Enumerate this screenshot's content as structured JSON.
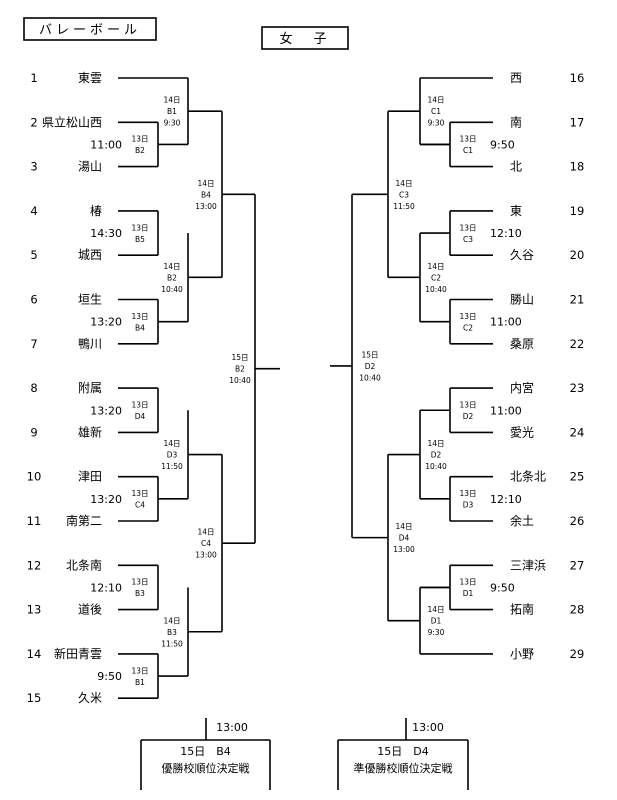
{
  "header": {
    "sport": "バレーボール",
    "division": "女　子"
  },
  "left_teams": [
    {
      "no": "1",
      "name": "東雲"
    },
    {
      "no": "2",
      "name": "県立松山西"
    },
    {
      "no": "3",
      "name": "湯山"
    },
    {
      "no": "4",
      "name": "椿"
    },
    {
      "no": "5",
      "name": "城西"
    },
    {
      "no": "6",
      "name": "垣生"
    },
    {
      "no": "7",
      "name": "鴨川"
    },
    {
      "no": "8",
      "name": "附属"
    },
    {
      "no": "9",
      "name": "雄新"
    },
    {
      "no": "10",
      "name": "津田"
    },
    {
      "no": "11",
      "name": "南第二"
    },
    {
      "no": "12",
      "name": "北条南"
    },
    {
      "no": "13",
      "name": "道後"
    },
    {
      "no": "14",
      "name": "新田青雲"
    },
    {
      "no": "15",
      "name": "久米"
    }
  ],
  "right_teams": [
    {
      "no": "16",
      "name": "西"
    },
    {
      "no": "17",
      "name": "南"
    },
    {
      "no": "18",
      "name": "北"
    },
    {
      "no": "19",
      "name": "東"
    },
    {
      "no": "20",
      "name": "久谷"
    },
    {
      "no": "21",
      "name": "勝山"
    },
    {
      "no": "22",
      "name": "桑原"
    },
    {
      "no": "23",
      "name": "内宮"
    },
    {
      "no": "24",
      "name": "愛光"
    },
    {
      "no": "25",
      "name": "北条北"
    },
    {
      "no": "26",
      "name": "余土"
    },
    {
      "no": "27",
      "name": "三津浜"
    },
    {
      "no": "28",
      "name": "拓南"
    },
    {
      "no": "29",
      "name": "小野"
    }
  ],
  "left_times": [
    "11:00",
    "14:30",
    "13:20",
    "13:20",
    "13:20",
    "12:10",
    "9:50"
  ],
  "right_times": [
    "9:50",
    "12:10",
    "11:00",
    "11:00",
    "12:10",
    "9:50"
  ],
  "left_matches": [
    {
      "day": "13日",
      "court": "B2",
      "time": ""
    },
    {
      "day": "14日",
      "court": "B1",
      "time": "9:30"
    },
    {
      "day": "13日",
      "court": "B5",
      "time": ""
    },
    {
      "day": "13日",
      "court": "B4",
      "time": ""
    },
    {
      "day": "14日",
      "court": "B2",
      "time": "10:40"
    },
    {
      "day": "14日",
      "court": "B4",
      "time": "13:00"
    },
    {
      "day": "13日",
      "court": "D4",
      "time": ""
    },
    {
      "day": "13日",
      "court": "C4",
      "time": ""
    },
    {
      "day": "14日",
      "court": "D3",
      "time": "11:50"
    },
    {
      "day": "13日",
      "court": "B3",
      "time": ""
    },
    {
      "day": "13日",
      "court": "B1",
      "time": ""
    },
    {
      "day": "14日",
      "court": "B3",
      "time": "11:50"
    },
    {
      "day": "14日",
      "court": "C4",
      "time": "13:00"
    },
    {
      "day": "15日",
      "court": "B2",
      "time": "10:40"
    }
  ],
  "right_matches": [
    {
      "day": "13日",
      "court": "C1",
      "time": ""
    },
    {
      "day": "14日",
      "court": "C1",
      "time": "9:30"
    },
    {
      "day": "13日",
      "court": "C3",
      "time": ""
    },
    {
      "day": "13日",
      "court": "C2",
      "time": ""
    },
    {
      "day": "14日",
      "court": "C2",
      "time": "10:40"
    },
    {
      "day": "14日",
      "court": "C3",
      "time": "11:50"
    },
    {
      "day": "13日",
      "court": "D2",
      "time": ""
    },
    {
      "day": "13日",
      "court": "D3",
      "time": ""
    },
    {
      "day": "14日",
      "court": "D2",
      "time": "10:40"
    },
    {
      "day": "13日",
      "court": "D1",
      "time": ""
    },
    {
      "day": "14日",
      "court": "D1",
      "time": "9:30"
    },
    {
      "day": "14日",
      "court": "D4",
      "time": "13:00"
    },
    {
      "day": "15日",
      "court": "D2",
      "time": "10:40"
    }
  ],
  "footer": [
    {
      "time": "13:00",
      "match": "15日　B4",
      "label": "優勝校順位決定戦"
    },
    {
      "time": "13:00",
      "match": "15日　D4",
      "label": "準優勝校順位決定戦"
    }
  ]
}
